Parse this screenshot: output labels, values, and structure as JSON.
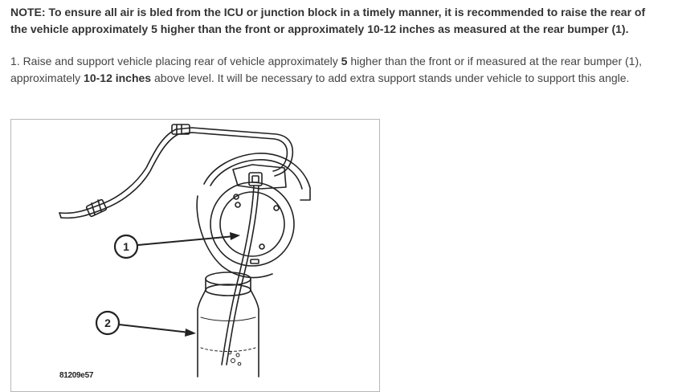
{
  "note": {
    "text": "NOTE: To ensure all air is bled from the ICU or junction block in a timely manner, it is recommended to raise the rear of the vehicle approximately 5 higher than the front or approximately 10-12 inches as measured at the rear bumper (1)."
  },
  "step1": {
    "prefix": "1. Raise and support vehicle placing rear of vehicle approximately ",
    "bold1": "5",
    "middle": " higher than the front or if measured at the rear bumper (1), approximately ",
    "bold2": "10-12 inches",
    "suffix": " above level. It will be necessary to add extra support stands under vehicle to support this angle."
  },
  "figure": {
    "callout_1": "1",
    "callout_2": "2",
    "figure_id": "81209e57",
    "subject": "bleeder-hose-into-bottle"
  }
}
